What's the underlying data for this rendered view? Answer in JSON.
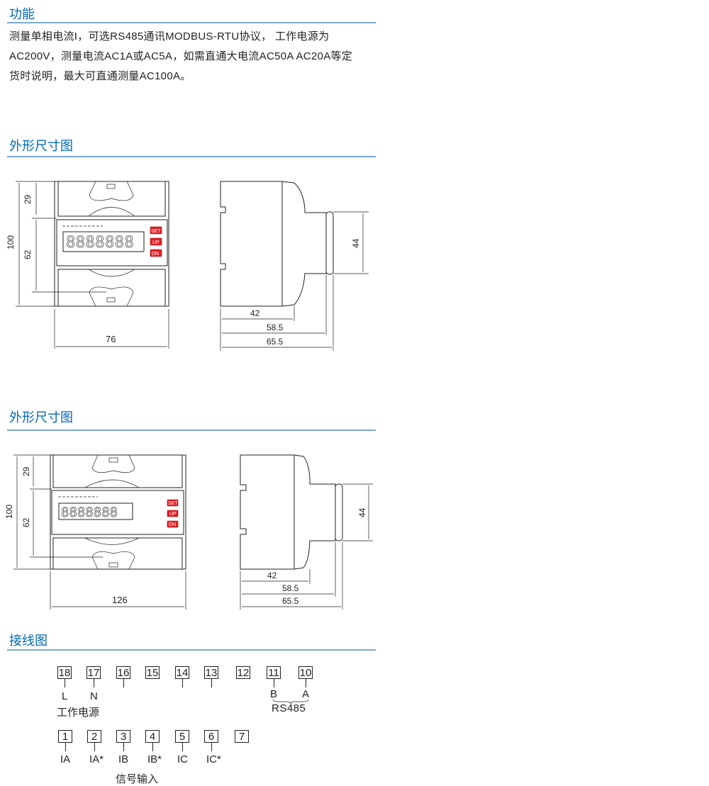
{
  "sections": {
    "function": {
      "title": "功能",
      "lines": [
        "测量单相电流I，可选RS485通讯MODBUS-RTU协议， 工作电源为",
        "AC200V，测量电流AC1A或AC5A，如需直通大电流AC50A AC20A等定",
        "货时说明，最大可直通测量AC100A。"
      ]
    },
    "dims1": {
      "title": "外形尺寸图",
      "front": {
        "height": "100",
        "top": "29",
        "middle": "62",
        "width": "76"
      },
      "side": {
        "knob": "44",
        "d1": "42",
        "d2": "58.5",
        "d3": "65.5"
      },
      "buttons": [
        "SET",
        "UP",
        "DN"
      ]
    },
    "dims2": {
      "title": "外形尺寸图",
      "front": {
        "height": "100",
        "top": "29",
        "middle": "62",
        "width": "126"
      },
      "side": {
        "knob": "44",
        "d1": "42",
        "d2": "58.5",
        "d3": "65.5"
      },
      "buttons": [
        "SET",
        "UP",
        "DN"
      ]
    },
    "wiring": {
      "title": "接线图",
      "top_terminals": [
        "18",
        "17",
        "16",
        "15",
        "14",
        "13",
        "12",
        "11",
        "10"
      ],
      "top_labels": {
        "L": "L",
        "N": "N",
        "power": "工作电源",
        "B": "B",
        "A": "A",
        "rs485": "RS485"
      },
      "bottom_terminals": [
        "1",
        "2",
        "3",
        "4",
        "5",
        "6",
        "7"
      ],
      "bottom_labels": [
        "IA",
        "IA*",
        "IB",
        "IB*",
        "IC",
        "IC*"
      ],
      "signal": "信号输入"
    }
  },
  "colors": {
    "heading": "#0068b7",
    "rule": "#7aa9d4",
    "button": "#e61e25"
  }
}
